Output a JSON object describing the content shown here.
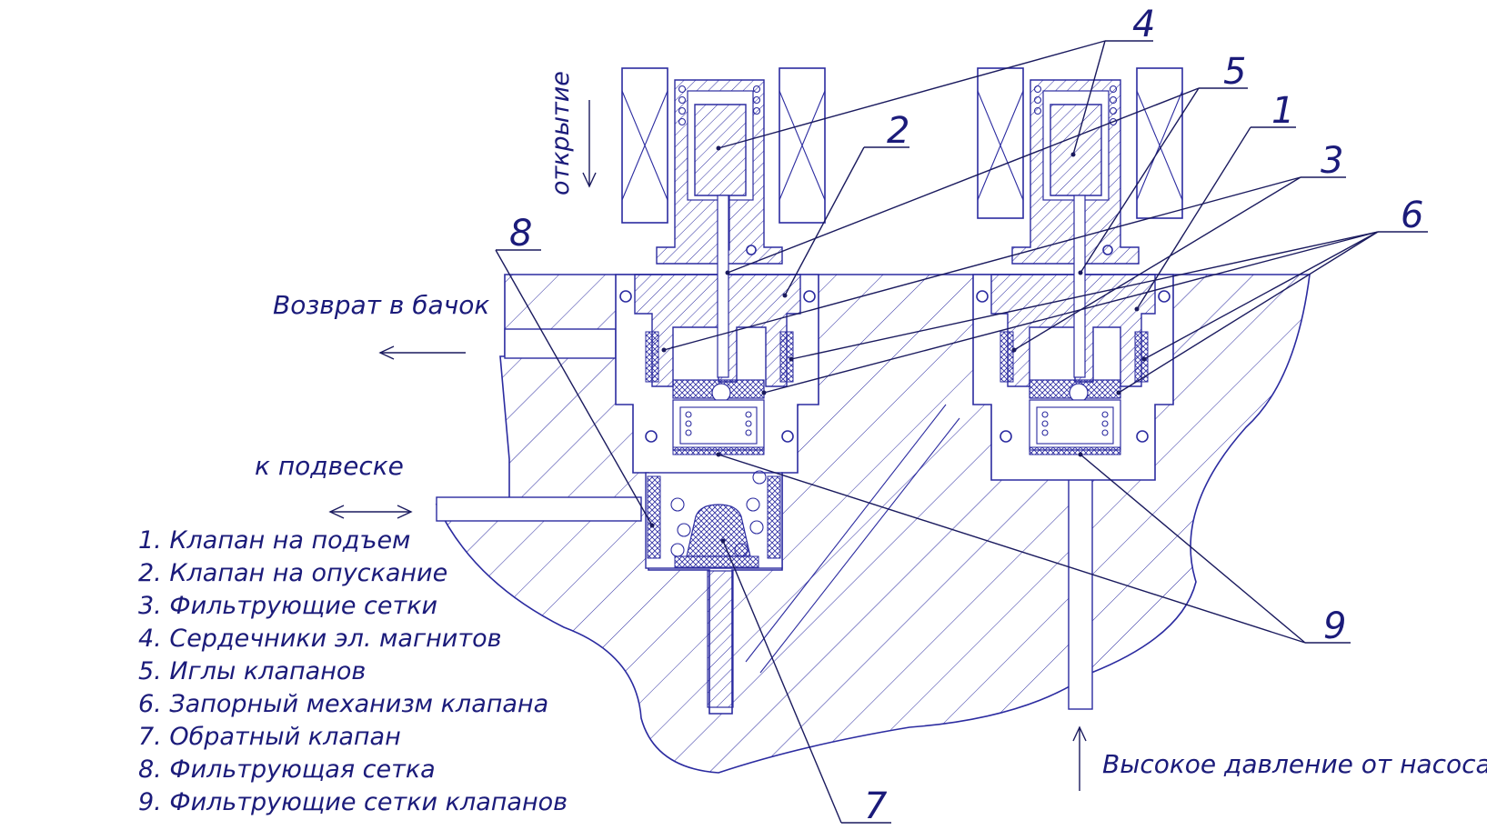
{
  "labels": {
    "opening": "открытие",
    "return_to_tank": "Возврат в бачок",
    "to_suspension": "к подвеске",
    "high_pressure": "Высокое давление от насоса"
  },
  "part_numbers": [
    "1",
    "2",
    "3",
    "4",
    "5",
    "6",
    "7",
    "8",
    "9"
  ],
  "legend": [
    "1. Клапан на подъем",
    "2. Клапан на опускание",
    "3. Фильтрующие сетки",
    "4. Сердечники эл. магнитов",
    "5. Иглы клапанов",
    "6. Запорный механизм клапана",
    "7. Обратный клапан",
    "8. Фильтрующая сетка",
    "9. Фильтрующие сетки клапанов"
  ],
  "colors": {
    "line": "#2b2ba0",
    "text": "#1b1b7a",
    "leader": "#1a1a5e"
  }
}
